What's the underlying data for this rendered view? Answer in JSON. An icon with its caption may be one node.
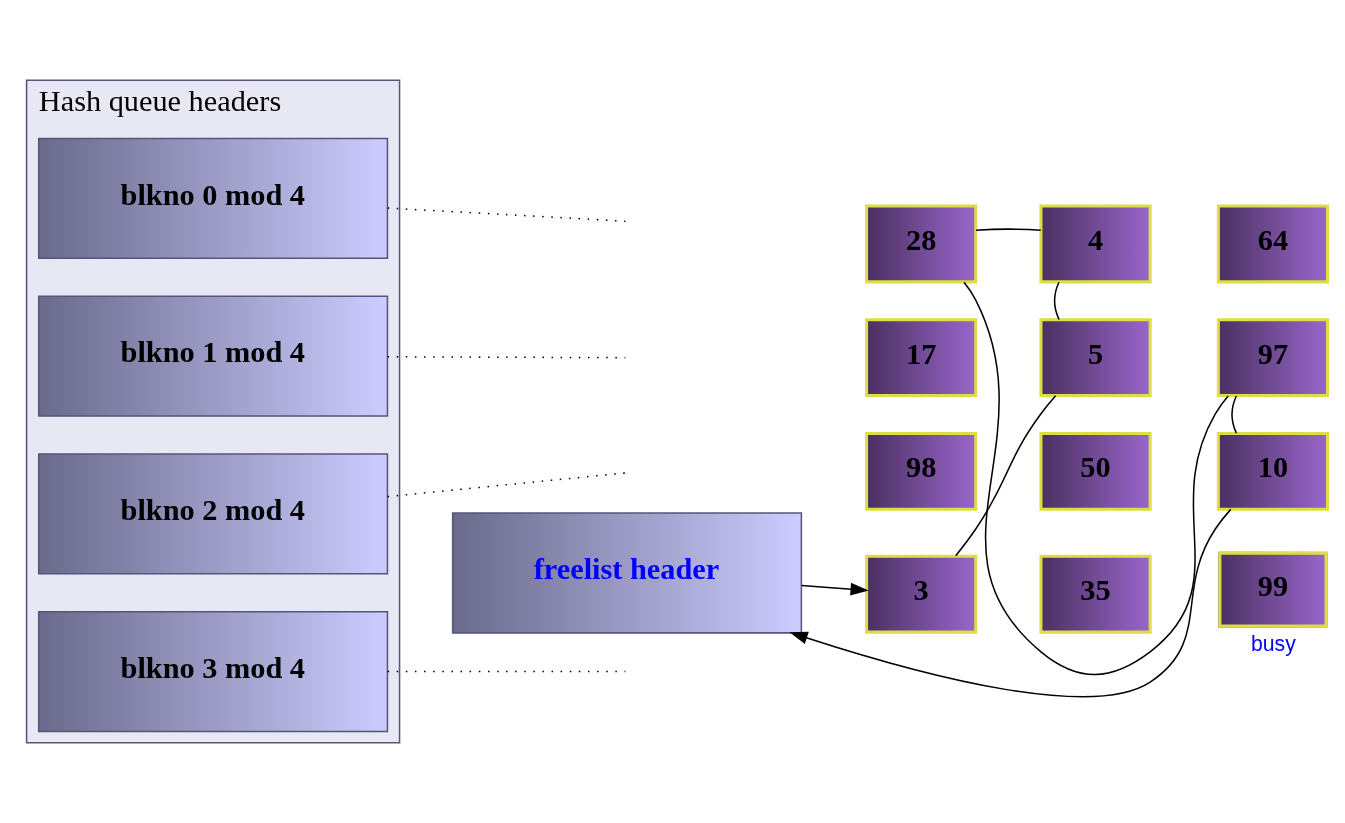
{
  "diagram": {
    "nodes": [
      {
        "text": [
          "Hash queue headers"
        ]
      },
      {
        "text": [
          "blkno 0 mod 4"
        ],
        "in": 0
      },
      {
        "text": [
          "blkno 1 mod 4"
        ],
        "in": 0
      },
      {
        "text": [
          "blkno 2 mod 4"
        ],
        "in": 0
      },
      {
        "text": [
          "blkno 3 mod 4"
        ],
        "in": 0
      },
      {
        "text": [
          "freelist header"
        ]
      },
      {
        "text": [
          "28"
        ]
      },
      {
        "text": [
          "4"
        ]
      },
      {
        "text": [
          "64"
        ]
      },
      {
        "text": [
          "17"
        ]
      },
      {
        "text": [
          "5"
        ]
      },
      {
        "text": [
          "97"
        ]
      },
      {
        "text": [
          "98"
        ]
      },
      {
        "text": [
          "50"
        ]
      },
      {
        "text": [
          "10"
        ]
      },
      {
        "text": [
          "3"
        ]
      },
      {
        "text": [
          "35"
        ]
      },
      {
        "text": [
          "99"
        ],
        "beside": [
          "busy"
        ]
      }
    ],
    "edges": [
      {
        "from": 1,
        "to": null,
        "arrow": "none",
        "style": "dashed"
      },
      {
        "from": 2,
        "to": null,
        "arrow": "none",
        "style": "dashed"
      },
      {
        "from": 3,
        "to": null,
        "arrow": "none",
        "style": "dashed"
      },
      {
        "from": 4,
        "to": null,
        "arrow": "none",
        "style": "dashed"
      },
      {
        "from": 5,
        "to": 15,
        "arrow": "to"
      },
      {
        "from": 15,
        "to": 10,
        "arrow": "none"
      },
      {
        "from": 10,
        "to": 7,
        "arrow": "none"
      },
      {
        "from": 7,
        "to": 6,
        "arrow": "none"
      },
      {
        "from": 6,
        "to": 11,
        "arrow": "none"
      },
      {
        "from": 11,
        "to": 14,
        "arrow": "none"
      },
      {
        "from": 14,
        "to": 5,
        "arrow": "to"
      }
    ]
  }
}
